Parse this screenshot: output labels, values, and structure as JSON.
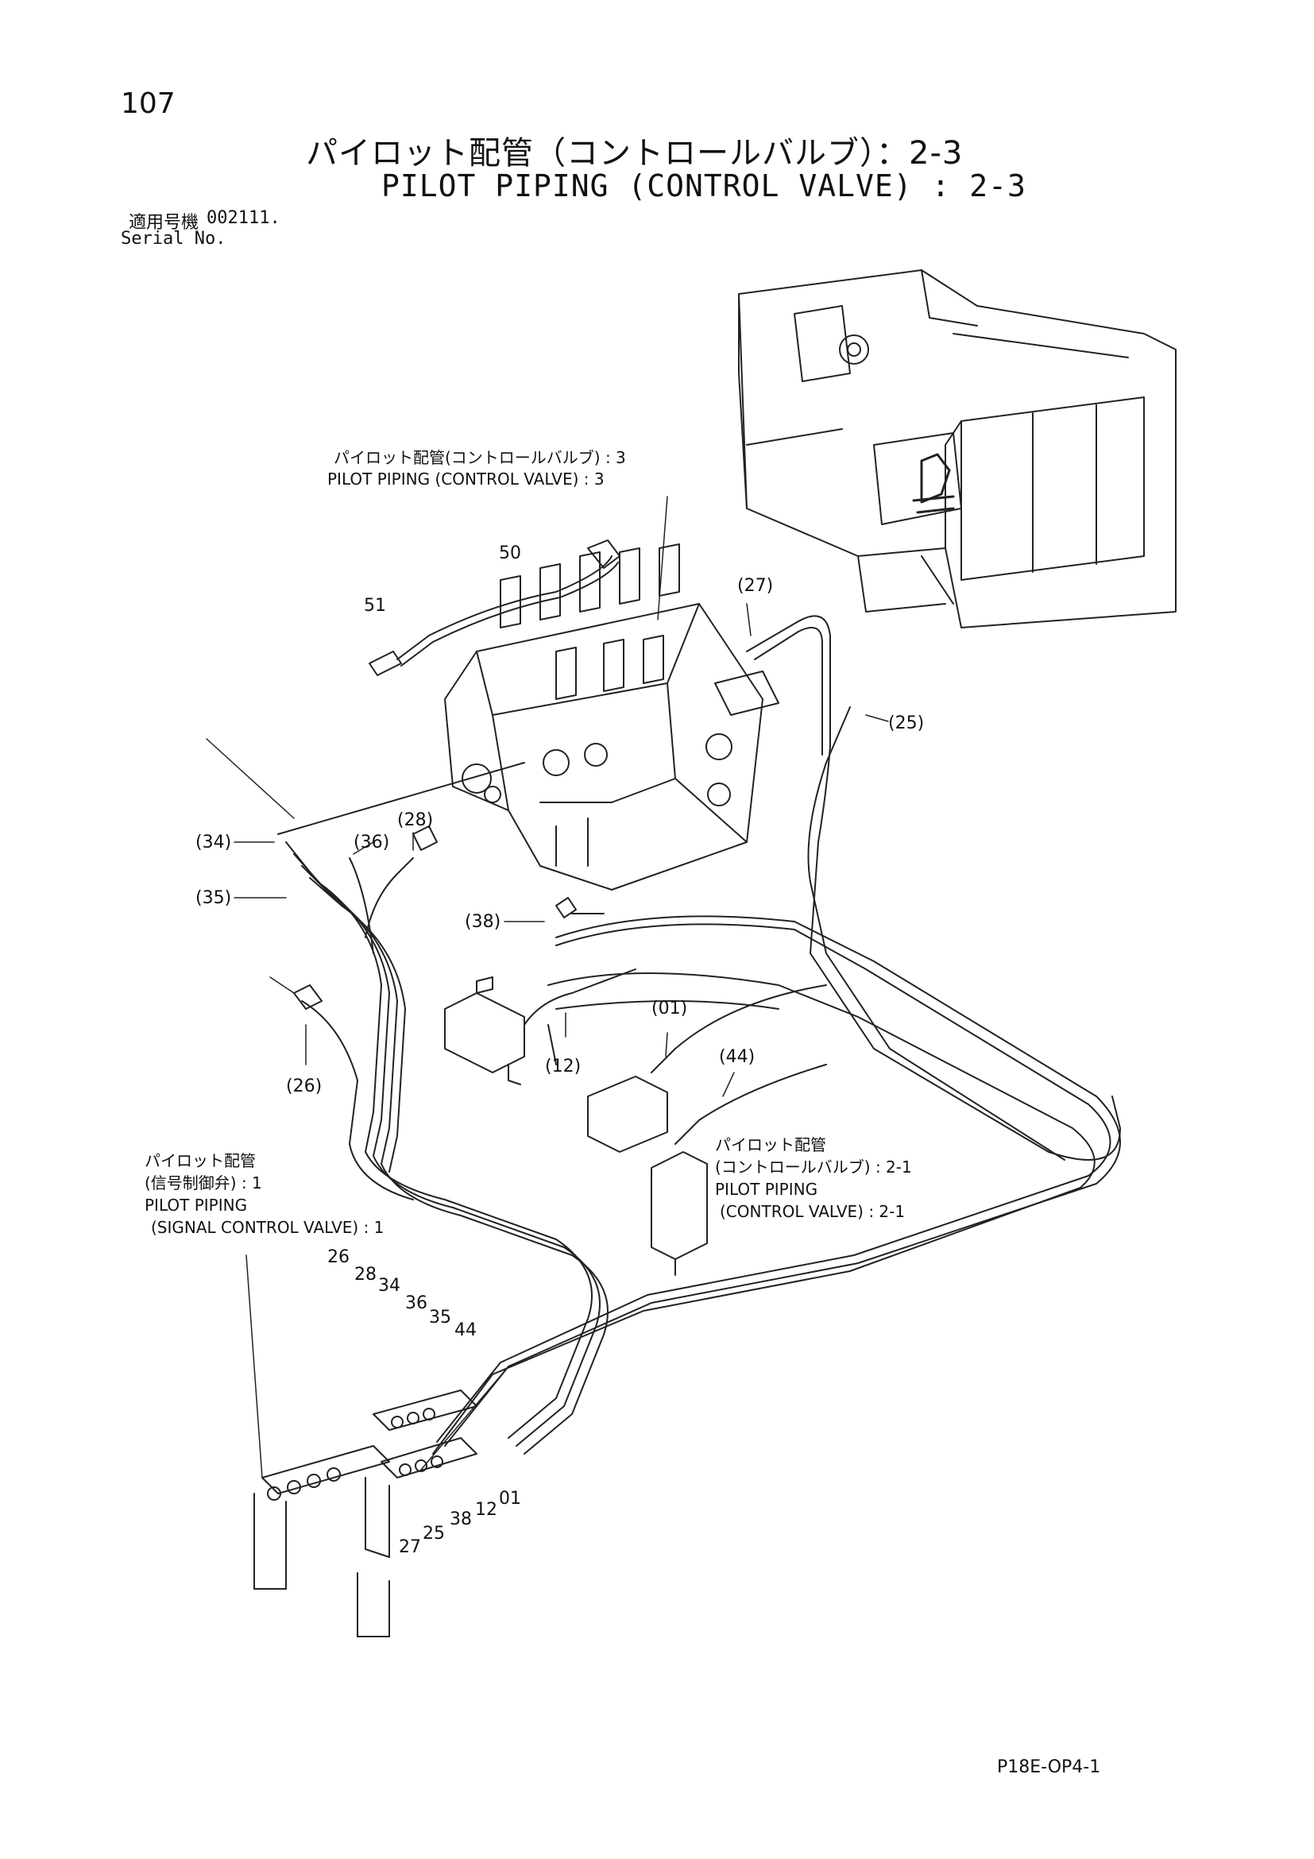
{
  "header": {
    "page_number": "107",
    "title_jp": "パイロット配管（コントロールバルブ）：2-3",
    "title_en": "PILOT PIPING (CONTROL VALVE) : 2-3",
    "serial_label_jp": "適用号機",
    "serial_value": "002111.",
    "serial_label_en": "Serial No."
  },
  "callouts": {
    "c50": "50",
    "c51": "51",
    "c27": "(27)",
    "c25": "(25)",
    "c28": "(28)",
    "c34": "(34)",
    "c36": "(36)",
    "c35": "(35)",
    "c38": "(38)",
    "c12": "(12)",
    "c01": "(01)",
    "c44": "(44)",
    "c26": "(26)"
  },
  "references": {
    "cv3_jp": "パイロット配管(コントロールバルブ) : 3",
    "cv3_en": "PILOT PIPING (CONTROL VALVE) : 3",
    "scv1_jp1": "パイロット配管",
    "scv1_jp2": "(信号制御弁) : 1",
    "scv1_en1": "PILOT PIPING",
    "scv1_en2": "(SIGNAL CONTROL VALVE) : 1",
    "cv21_jp1": "パイロット配管",
    "cv21_jp2": "(コントロールバルブ) : 2-1",
    "cv21_en1": "PILOT PIPING",
    "cv21_en2": "(CONTROL VALVE) : 2-1"
  },
  "bundle_labels_top": [
    "26",
    "28",
    "34",
    "36",
    "35",
    "44"
  ],
  "bundle_labels_bottom": [
    "27",
    "25",
    "38",
    "12",
    "01"
  ],
  "footer": {
    "code": "P18E-OP4-1"
  }
}
